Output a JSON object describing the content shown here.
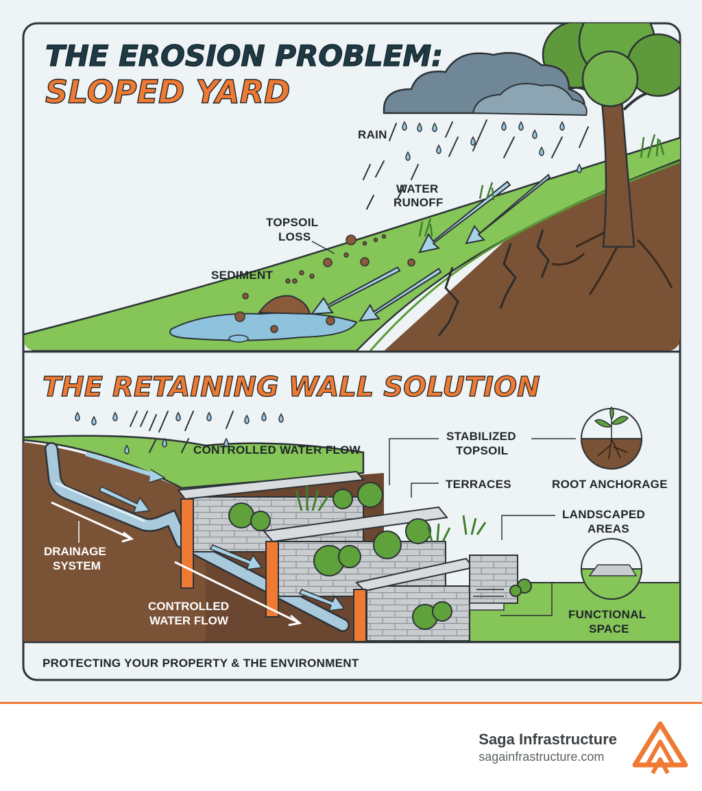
{
  "top_panel": {
    "title_line1": "THE EROSION PROBLEM:",
    "title_line2": "SLOPED YARD",
    "labels": {
      "rain": "RAIN",
      "water_runoff_1": "WATER",
      "water_runoff_2": "RUNOFF",
      "topsoil_loss_1": "TOPSOIL",
      "topsoil_loss_2": "LOSS",
      "sediment": "SEDIMENT"
    }
  },
  "bottom_panel": {
    "title": "THE RETAINING WALL SOLUTION",
    "labels": {
      "controlled_flow_top": "CONTROLLED WATER FLOW",
      "stabilized_1": "STABILIZED",
      "stabilized_2": "TOPSOIL",
      "terraces": "TERRACES",
      "root_anchorage": "ROOT ANCHORAGE",
      "landscaped_1": "LANDSCAPED",
      "landscaped_2": "AREAS",
      "drainage_1": "DRAINAGE",
      "drainage_2": "SYSTEM",
      "controlled_1": "CONTROLLED",
      "controlled_2": "WATER FLOW",
      "functional_1": "FUNCTIONAL",
      "functional_2": "SPACE"
    },
    "caption": "PROTECTING YOUR PROPERTY & THE ENVIRONMENT"
  },
  "footer": {
    "brand_name": "Saga Infrastructure",
    "brand_url": "sagainfrastructure.com"
  },
  "colors": {
    "accent": "#ee7a33",
    "title_dark": "#1f3a44",
    "grass": "#7cbf4f",
    "soil": "#7a5236",
    "water": "#8fc2dd",
    "stone": "#c9cdd0"
  }
}
